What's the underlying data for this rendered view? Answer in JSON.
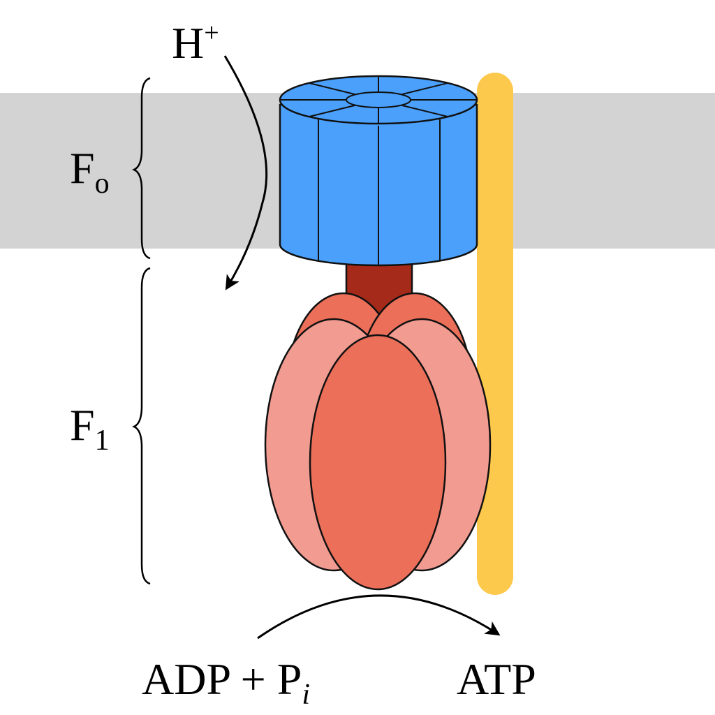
{
  "labels": {
    "proton": {
      "main": "H",
      "superscript": "+"
    },
    "fo": {
      "main": "F",
      "subscript": "o"
    },
    "f1": {
      "main": "F",
      "subscript": "1"
    },
    "reactant": {
      "main": "ADP + P",
      "subscript": "i"
    },
    "product": "ATP"
  },
  "colors": {
    "membrane": "#d3d3d3",
    "c_ring": "#4aa0fb",
    "stalk": "#a52a1a",
    "alpha_subunit": "#f19b91",
    "beta_subunit": "#ec6f5a",
    "peripheral_stalk": "#fdc94c",
    "outline": "#111111"
  },
  "icons": {
    "membrane": "membrane-band",
    "c_ring": "cylinder-ring",
    "stalk": "central-stalk",
    "f1_head": "lobed-head",
    "peripheral_stalk": "rounded-bar",
    "arrows": "curved-arrow"
  }
}
